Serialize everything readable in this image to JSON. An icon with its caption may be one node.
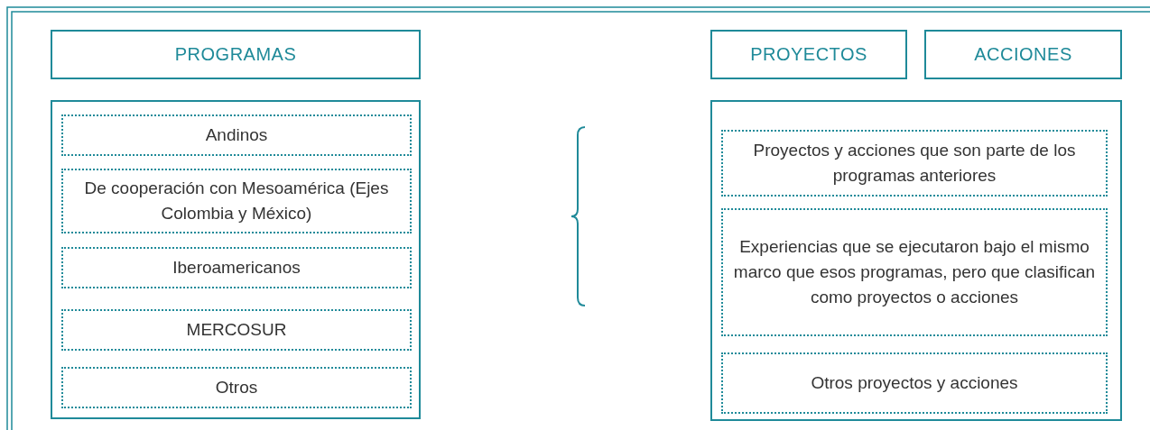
{
  "diagram": {
    "nodes": [
      {
        "text": [
          "PROGRAMAS"
        ]
      },
      {
        "text": [
          "PROYECTOS"
        ]
      },
      {
        "text": [
          "ACCIONES"
        ]
      },
      {
        "text": [],
        "shape": "box"
      },
      {
        "text": [
          "Andinos"
        ],
        "in": 3
      },
      {
        "text": [
          "De cooperación con Mesoamérica (Ejes Colombia y México)"
        ],
        "in": 3
      },
      {
        "text": [
          "Iberoamericanos"
        ],
        "in": 3
      },
      {
        "text": [
          "MERCOSUR"
        ],
        "in": 3
      },
      {
        "text": [
          "Otros"
        ],
        "in": 3
      },
      {
        "text": [],
        "shape": "box"
      },
      {
        "text": [
          "Proyectos y acciones que son parte de los programas anteriores"
        ],
        "in": 9
      },
      {
        "text": [
          "Experiencias que se ejecutaron bajo el mismo marco que esos programas, pero que clasifican como proyectos o acciones"
        ],
        "in": 9
      },
      {
        "text": [
          "Otros proyectos y acciones"
        ],
        "in": 9
      }
    ],
    "edges": []
  }
}
